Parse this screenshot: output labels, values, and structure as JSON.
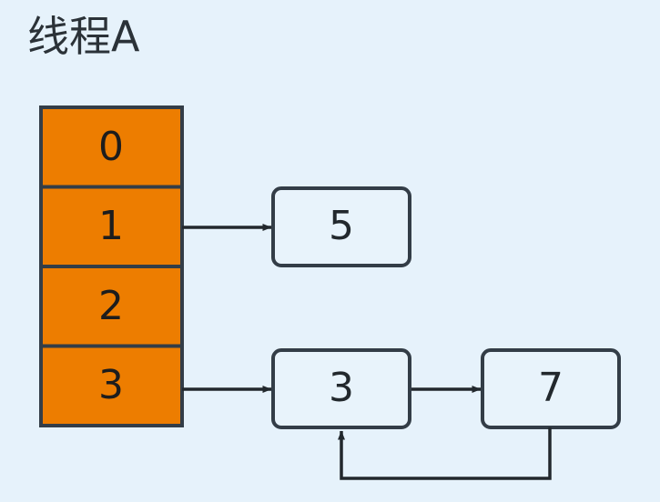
{
  "title": "线程A",
  "colors": {
    "background": "#e6f2fb",
    "array_fill": "#ed7d00",
    "stroke": "#333d47",
    "node_fill": "#e8f3fb",
    "text": "#22282d"
  },
  "array": {
    "label": "thread-a-bucket-array",
    "cells": [
      {
        "index": 0,
        "value": "0"
      },
      {
        "index": 1,
        "value": "1"
      },
      {
        "index": 2,
        "value": "2"
      },
      {
        "index": 3,
        "value": "3"
      }
    ]
  },
  "chains": [
    {
      "from_cell": "1",
      "nodes": [
        {
          "value": "5"
        }
      ]
    },
    {
      "from_cell": "3",
      "nodes": [
        {
          "value": "3"
        },
        {
          "value": "7"
        }
      ],
      "loop_back": true
    }
  ],
  "nodes": {
    "node_5": "5",
    "node_3": "3",
    "node_7": "7"
  },
  "connectors": [
    {
      "name": "cell-1-to-node-5",
      "kind": "arrow"
    },
    {
      "name": "cell-3-to-node-3",
      "kind": "arrow"
    },
    {
      "name": "node-3-to-node-7",
      "kind": "arrow"
    },
    {
      "name": "node-7-to-node-3-loop",
      "kind": "arrow-loop"
    }
  ]
}
